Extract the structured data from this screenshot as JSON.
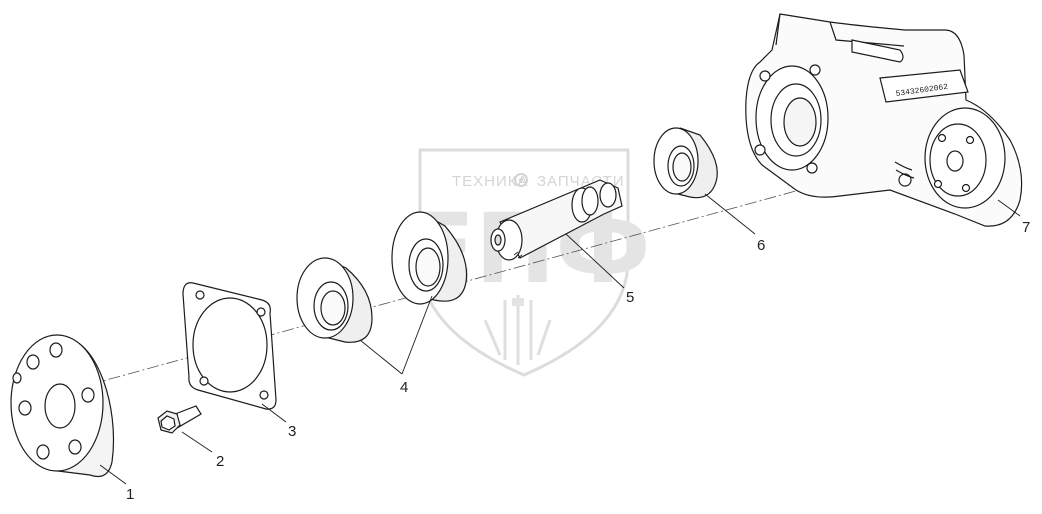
{
  "watermark": {
    "left_word": "ТЕХНИКА",
    "right_word": "ЗАПЧАСТИ",
    "monogram": "ЕПФ"
  },
  "housing_stamp": "53432602062",
  "callouts": [
    "1",
    "2",
    "3",
    "4",
    "5",
    "6",
    "7"
  ],
  "colors": {
    "line": "#1c1c1c",
    "watermark": "#d6d6d6",
    "paper": "#ffffff"
  }
}
